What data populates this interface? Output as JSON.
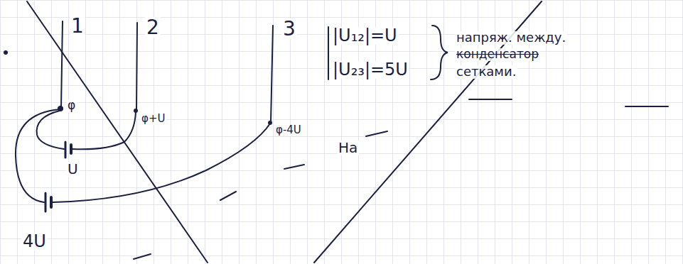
{
  "diagram": {
    "labels": [
      "1",
      "2",
      "3",
      "φ",
      "φ+U",
      "φ-4U",
      "U",
      "4U",
      "|U₁₂|=U",
      "|U₂₃|=5U",
      "напряж. между.",
      "конденсатор",
      "сетками.",
      "На"
    ]
  }
}
